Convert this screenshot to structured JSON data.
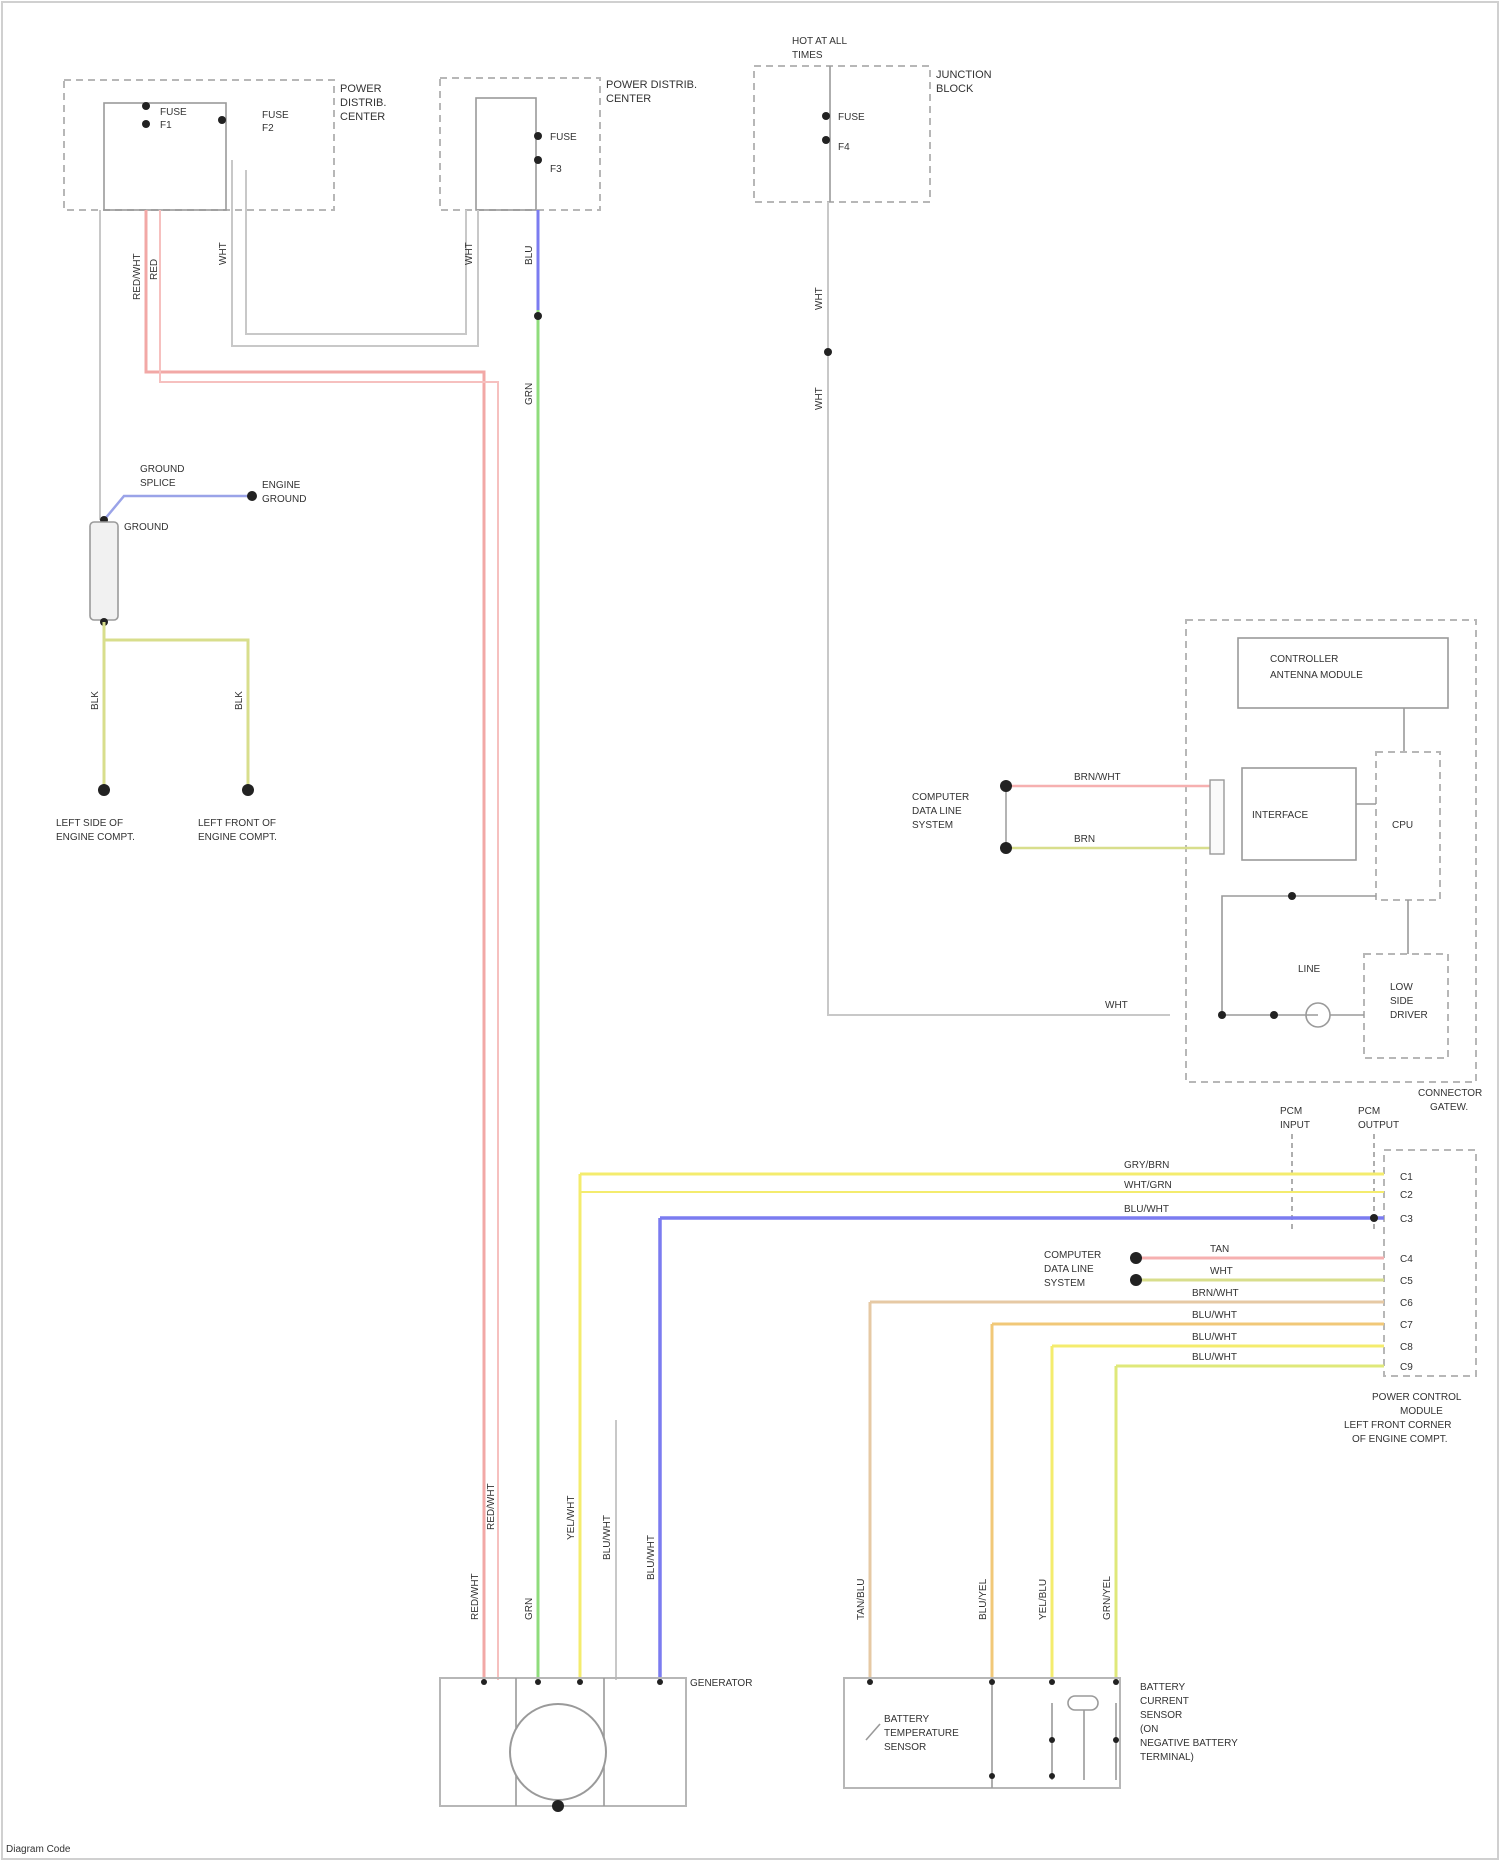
{
  "diagram": {
    "fuse_box_left": {
      "lines": [
        "POWER",
        "DISTRIB.",
        "CENTER"
      ],
      "fuse_a": [
        "FUSE",
        "F1"
      ],
      "fuse_b": [
        "FUSE",
        "F2"
      ]
    },
    "fuse_box_mid": {
      "lines": [
        "POWER DISTRIB.",
        "CENTER"
      ],
      "fuse": [
        "FUSE",
        "F3"
      ]
    },
    "fuse_box_right": {
      "top": [
        "HOT AT ALL",
        "TIMES"
      ],
      "lines": [
        "JUNCTION",
        "BLOCK"
      ],
      "fuse": [
        "FUSE",
        "F4"
      ]
    },
    "left_wire_labels": [
      "RED/WHT",
      "RED",
      "WHT"
    ],
    "mid_wire_labels": [
      "WHT",
      "BLU",
      "GRN"
    ],
    "right_wire_labels": [
      "WHT",
      "WHT"
    ],
    "ground_block": {
      "top": [
        "GROUND",
        "SPLICE"
      ],
      "right": [
        "ENGINE",
        "GROUND"
      ],
      "label": "GROUND",
      "left_wire": "BLK",
      "right_wire": "BLK",
      "g1": [
        "LEFT SIDE OF",
        "ENGINE COMPT."
      ],
      "g2": [
        "LEFT FRONT OF",
        "ENGINE COMPT."
      ]
    },
    "controller": {
      "header": [
        "CONTROLLER",
        "ANTENNA MODULE"
      ],
      "left_caption": [
        "COMPUTER",
        "DATA LINE",
        "SYSTEM"
      ],
      "wire_top": "BRN/WHT",
      "wire_bot": "BRN",
      "block_a": "INTERFACE",
      "block_b": "CPU",
      "block_c": "LINE",
      "block_d": [
        "LOW",
        "SIDE",
        "DRIVER"
      ],
      "bottom_wire": "WHT",
      "caption": [
        "CONNECTOR",
        "GATEW."
      ]
    },
    "module": {
      "top_left": [
        "PCM",
        "INPUT"
      ],
      "top_right": [
        "PCM",
        "OUTPUT"
      ],
      "wires": [
        "GRY/BRN",
        "WHT/GRN",
        "BLU/WHT",
        "TAN",
        "WHT",
        "BRN/WHT",
        "BLU/WHT",
        "BLU/WHT",
        "BLU/WHT"
      ],
      "pins": [
        "C1",
        "C2",
        "C3",
        "C4",
        "C5",
        "C6",
        "C7",
        "C8",
        "C9"
      ],
      "left_caption": [
        "COMPUTER",
        "DATA LINE",
        "SYSTEM"
      ],
      "caption": [
        "POWER CONTROL",
        "MODULE",
        "LEFT FRONT CORNER",
        "OF ENGINE COMPT."
      ]
    },
    "generator": {
      "label": "GENERATOR",
      "wire_labels": [
        "RED/WHT",
        "RED/WHT",
        "GRN",
        "YEL/WHT",
        "BLU/WHT",
        "BLU/WHT"
      ]
    },
    "sensor": {
      "left": [
        "BATTERY",
        "TEMPERATURE",
        "SENSOR"
      ],
      "right": [
        "BATTERY",
        "CURRENT",
        "SENSOR",
        "(ON",
        "NEGATIVE BATTERY",
        "TERMINAL)"
      ],
      "wire_labels": [
        "TAN/BLU",
        "BLU/YEL",
        "YEL/BLU",
        "GRN/YEL"
      ]
    },
    "footer": "Diagram Code"
  },
  "wire_colors": {
    "red": "#f2a8a6",
    "green": "#8fdc7c",
    "blue": "#7b7cf0",
    "yellow": "#f4ec6e",
    "olive": "#d8de8c",
    "tan": "#e6c9a4",
    "orange": "#f1c878",
    "lime": "#dfe87a",
    "pink": "#f6b0b0",
    "gray": "#c8c8c8"
  }
}
